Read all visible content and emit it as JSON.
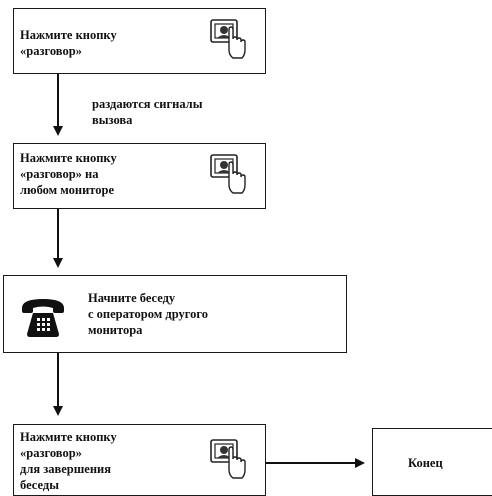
{
  "steps": [
    {
      "text": "Нажмите кнопку\n«разговор»",
      "icon": "call-button-icon"
    },
    {
      "text": "Нажмите кнопку\n«разговор» на\nлюбом мониторе",
      "icon": "call-button-icon"
    },
    {
      "text": "Начните беседу\nс оператором другого\nмонитора",
      "icon": "telephone-icon"
    },
    {
      "text": "Нажмите кнопку\n«разговор»\nдля завершения\nбеседы",
      "icon": "call-button-icon"
    }
  ],
  "arrow_notes": [
    {
      "text": "раздаются сигналы\nвызова"
    }
  ],
  "end": {
    "text": "Конец"
  }
}
